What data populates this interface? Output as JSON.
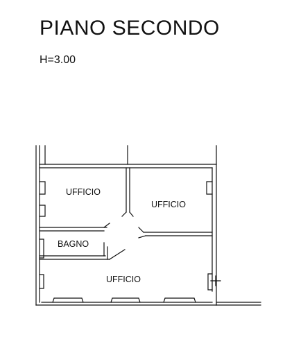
{
  "plan": {
    "title": "PIANO SECONDO",
    "height_label": "H=3.00",
    "rooms": [
      {
        "name": "UFFICIO"
      },
      {
        "name": "UFFICIO"
      },
      {
        "name": "BAGNO"
      },
      {
        "name": "UFFICIO"
      }
    ]
  }
}
